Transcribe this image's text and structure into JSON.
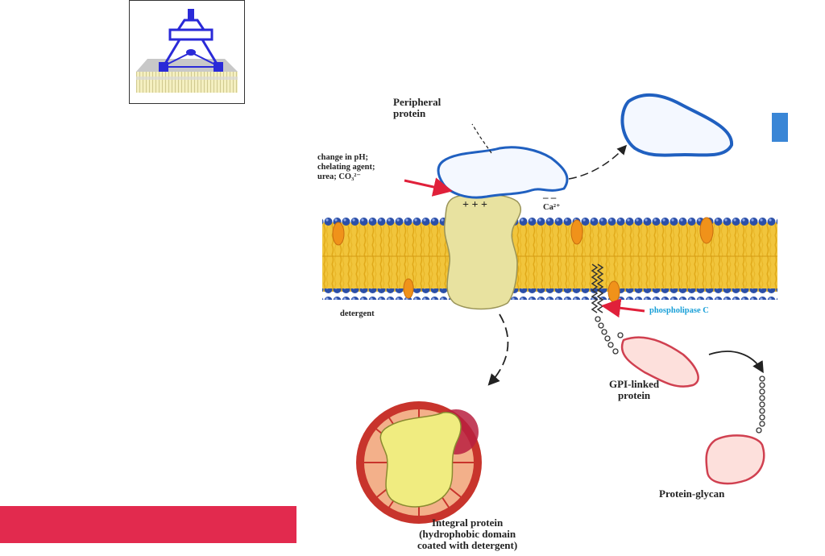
{
  "colors": {
    "accent_bar": "#e22a4e",
    "blue_tab": "#3a86d6",
    "logo_blue": "#2a2ad8",
    "membrane_yellow": "#f1c53c",
    "head_blue": "#2b4fa8",
    "protein_yellow": "#e8e2a0",
    "arrow_red": "#e0203a",
    "phospholipase_label": "#1aa0d8"
  },
  "labels": {
    "peripheral": [
      "Peripheral",
      "protein"
    ],
    "conditions": [
      "change in pH;",
      "chelating agent;",
      "urea; CO₃²⁻"
    ],
    "calcium": "Ca²⁺",
    "charges_pos": "+ + +",
    "charges_neg": "– –",
    "detergent": "detergent",
    "phospholipase": "phospholipase C",
    "gpi": [
      "GPI-linked",
      "protein"
    ],
    "glycan": "Protein-glycan",
    "integral": [
      "Integral protein",
      "(hydrophobic domain",
      "coated with detergent)"
    ]
  },
  "icons": {
    "logo": "lab-apparatus-icon"
  }
}
